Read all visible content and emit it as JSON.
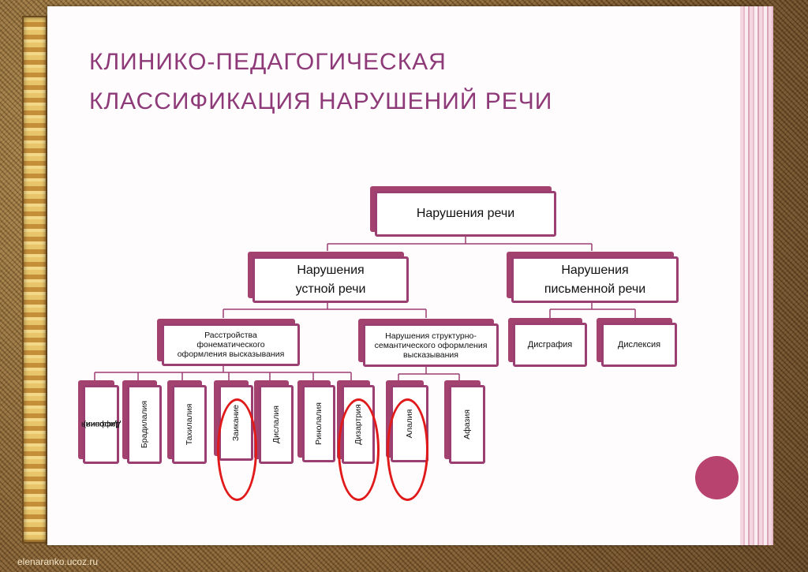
{
  "title": {
    "line1": "Клинико-педагогическая",
    "line2": "классификация нарушений речи"
  },
  "nodes": {
    "root": "Нарушения речи",
    "oral": [
      "Нарушения",
      "устной речи"
    ],
    "written": [
      "Нарушения",
      "письменной  речи"
    ],
    "phonation": [
      "Расстройства",
      "фонематического",
      "оформления высказывания"
    ],
    "structural": [
      "Нарушения структурно-",
      "семантического оформления",
      "высказывания"
    ],
    "dysgraphia": "Дисграфия",
    "dyslexia": "Дислексия",
    "leaves": [
      "Дисфония",
      "(афония)",
      "Брадилалия",
      "Тахилалия",
      "Заикание",
      "Дислалия",
      "Ринолалия",
      "Дизартрия",
      "Алалия",
      "Афазия"
    ]
  },
  "colors": {
    "title": "#8e3a78",
    "border": "#9b3f73",
    "highlight": "#e01a1a",
    "accent_dot": "#b8436f"
  },
  "footer": "elenaranko.ucoz.ru"
}
